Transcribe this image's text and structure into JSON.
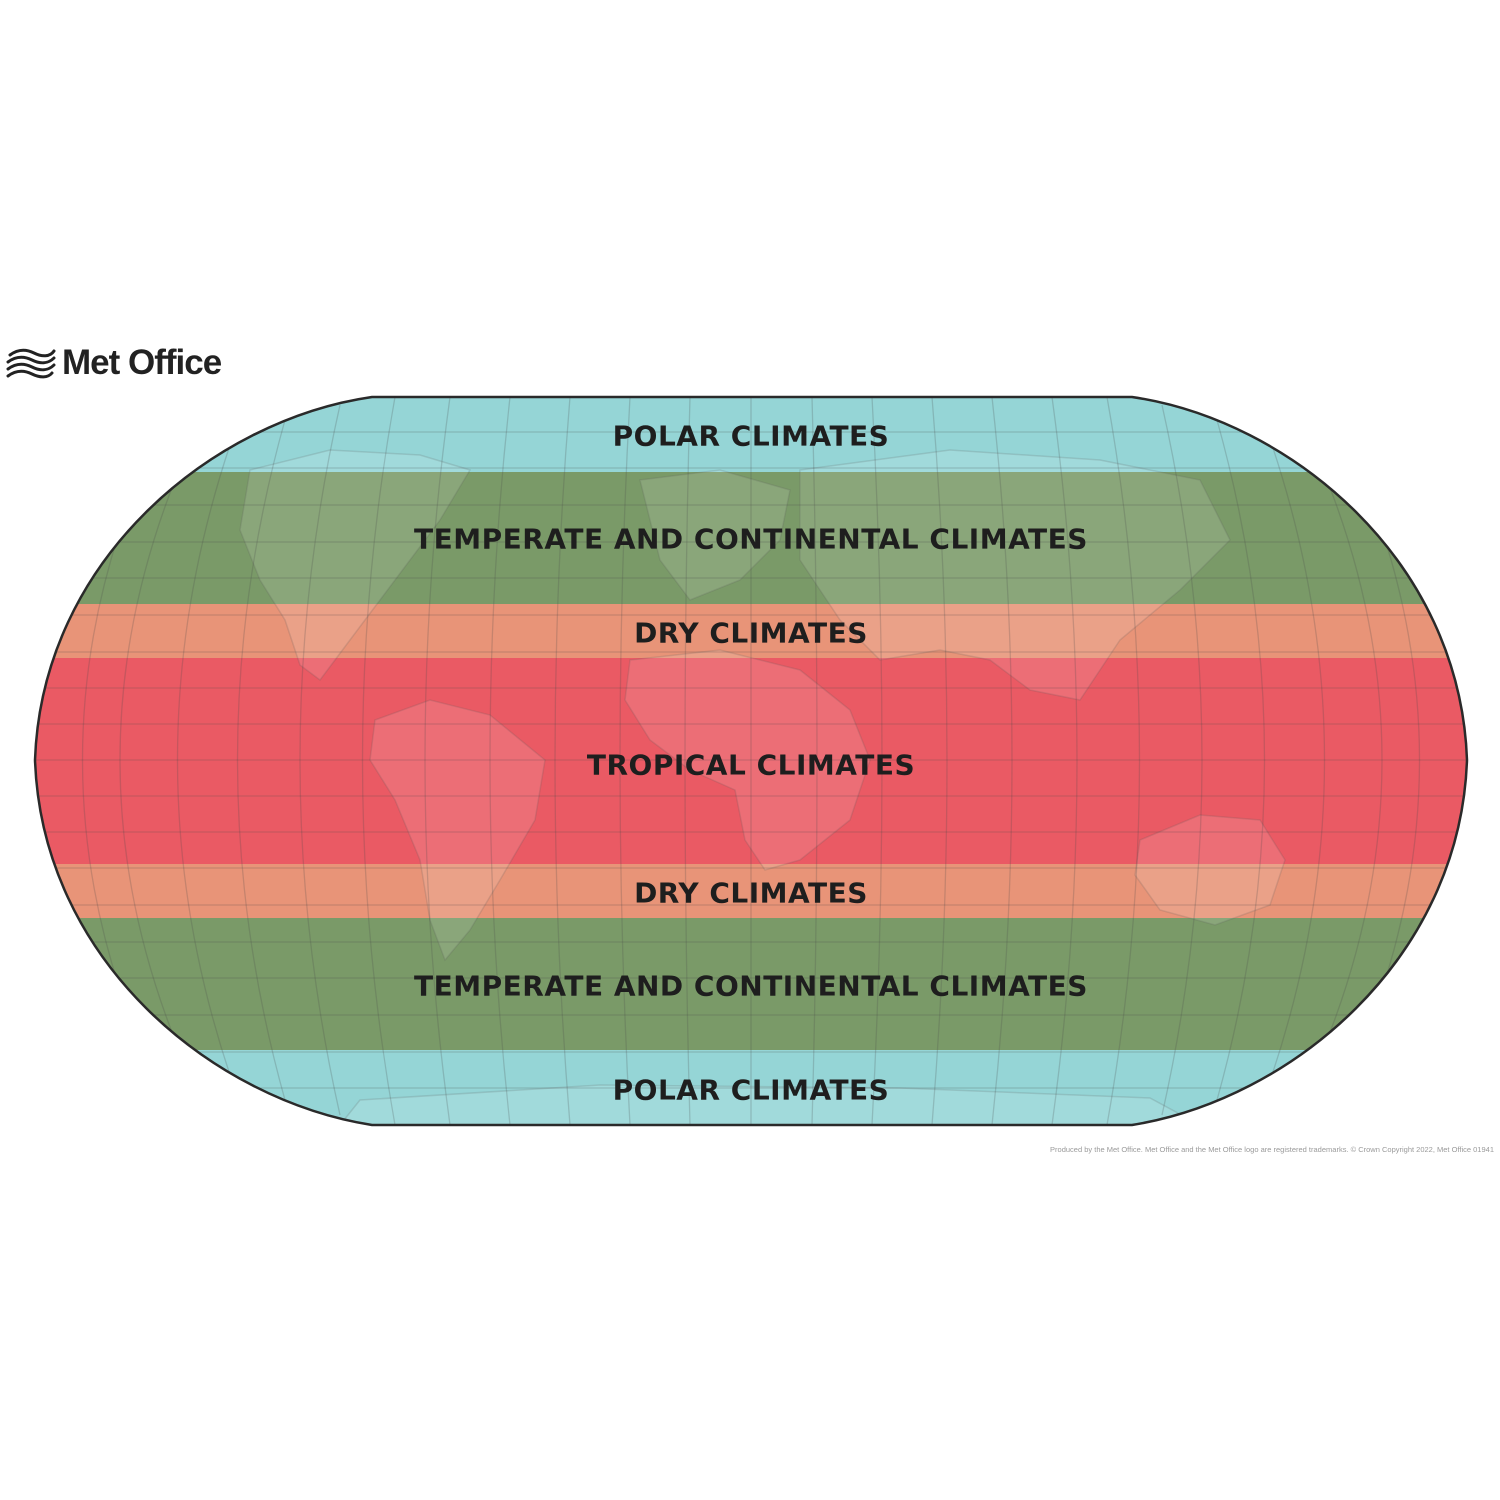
{
  "brand": {
    "name": "Met Office",
    "logo_icon": "wave-lines-icon"
  },
  "zones": [
    {
      "id": "polar-north",
      "label": "POLAR CLIMATES",
      "color": "#95d5d6"
    },
    {
      "id": "temperate-north",
      "label": "TEMPERATE AND CONTINENTAL CLIMATES",
      "color": "#7a9a68"
    },
    {
      "id": "dry-north",
      "label": "DRY CLIMATES",
      "color": "#e89478"
    },
    {
      "id": "tropical",
      "label": "TROPICAL CLIMATES",
      "color": "#ea5a64"
    },
    {
      "id": "dry-south",
      "label": "DRY CLIMATES",
      "color": "#e89478"
    },
    {
      "id": "temperate-south",
      "label": "TEMPERATE AND CONTINENTAL CLIMATES",
      "color": "#7a9a68"
    },
    {
      "id": "polar-south",
      "label": "POLAR CLIMATES",
      "color": "#95d5d6"
    }
  ],
  "footer": {
    "credit": "Produced by the Met Office. Met Office and the Met Office logo are registered trademarks. © Crown Copyright 2022, Met Office 01941"
  }
}
